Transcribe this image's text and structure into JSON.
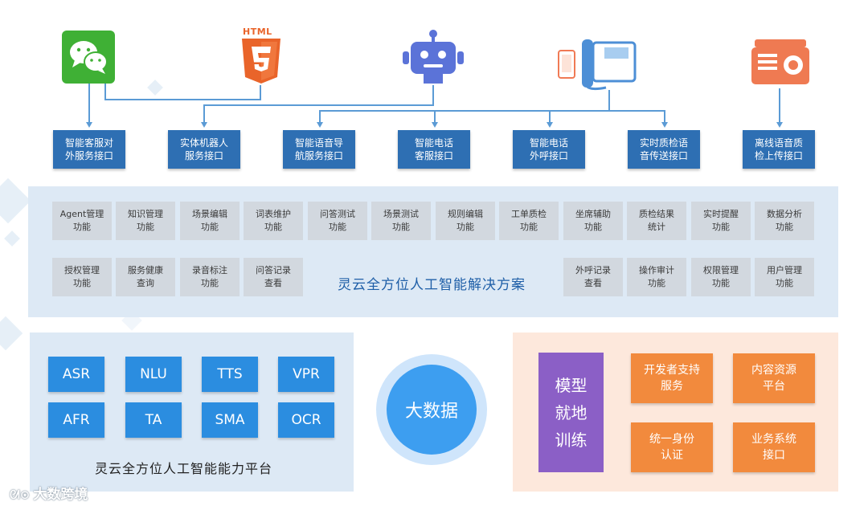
{
  "sources": {
    "html5_label": "HTML",
    "html5_number": "5"
  },
  "interfaces": [
    "智能客服对\n外服务接口",
    "实体机器人\n服务接口",
    "智能语音导\n航服务接口",
    "智能电话\n客服接口",
    "智能电话\n外呼接口",
    "实时质检语\n音传送接口",
    "离线语音质\n检上传接口"
  ],
  "solution": {
    "title": "灵云全方位人工智能解决方案",
    "row1": [
      "Agent管理\n功能",
      "知识管理\n功能",
      "场景编辑\n功能",
      "词表维护\n功能",
      "问答测试\n功能",
      "场景测试\n功能",
      "规则编辑\n功能",
      "工单质检\n功能",
      "坐席辅助\n功能",
      "质检结果\n统计",
      "实时提醒\n功能",
      "数据分析\n功能"
    ],
    "row2_left": [
      "授权管理\n功能",
      "服务健康\n查询",
      "录音标注\n功能",
      "问答记录\n查看"
    ],
    "row2_right": [
      "外呼记录\n查看",
      "操作审计\n功能",
      "权限管理\n功能",
      "用户管理\n功能"
    ]
  },
  "capability": {
    "title": "灵云全方位人工智能能力平台",
    "items": [
      "ASR",
      "NLU",
      "TTS",
      "VPR",
      "AFR",
      "TA",
      "SMA",
      "OCR"
    ]
  },
  "big_data": "大数据",
  "model_training": "模型\n就地\n训练",
  "services": [
    "开发者支持\n服务",
    "内容资源\n平台",
    "统一身份\n认证",
    "业务系统\n接口"
  ],
  "watermark": "大数跨境",
  "colors": {
    "interface_blue": "#2e6fb3",
    "capability_blue": "#2b8de0",
    "orange": "#f28a3d",
    "purple": "#8b5fc6",
    "wechat_green": "#3fb035",
    "html5_orange": "#e9642a",
    "robot_blue": "#5b73d8"
  }
}
